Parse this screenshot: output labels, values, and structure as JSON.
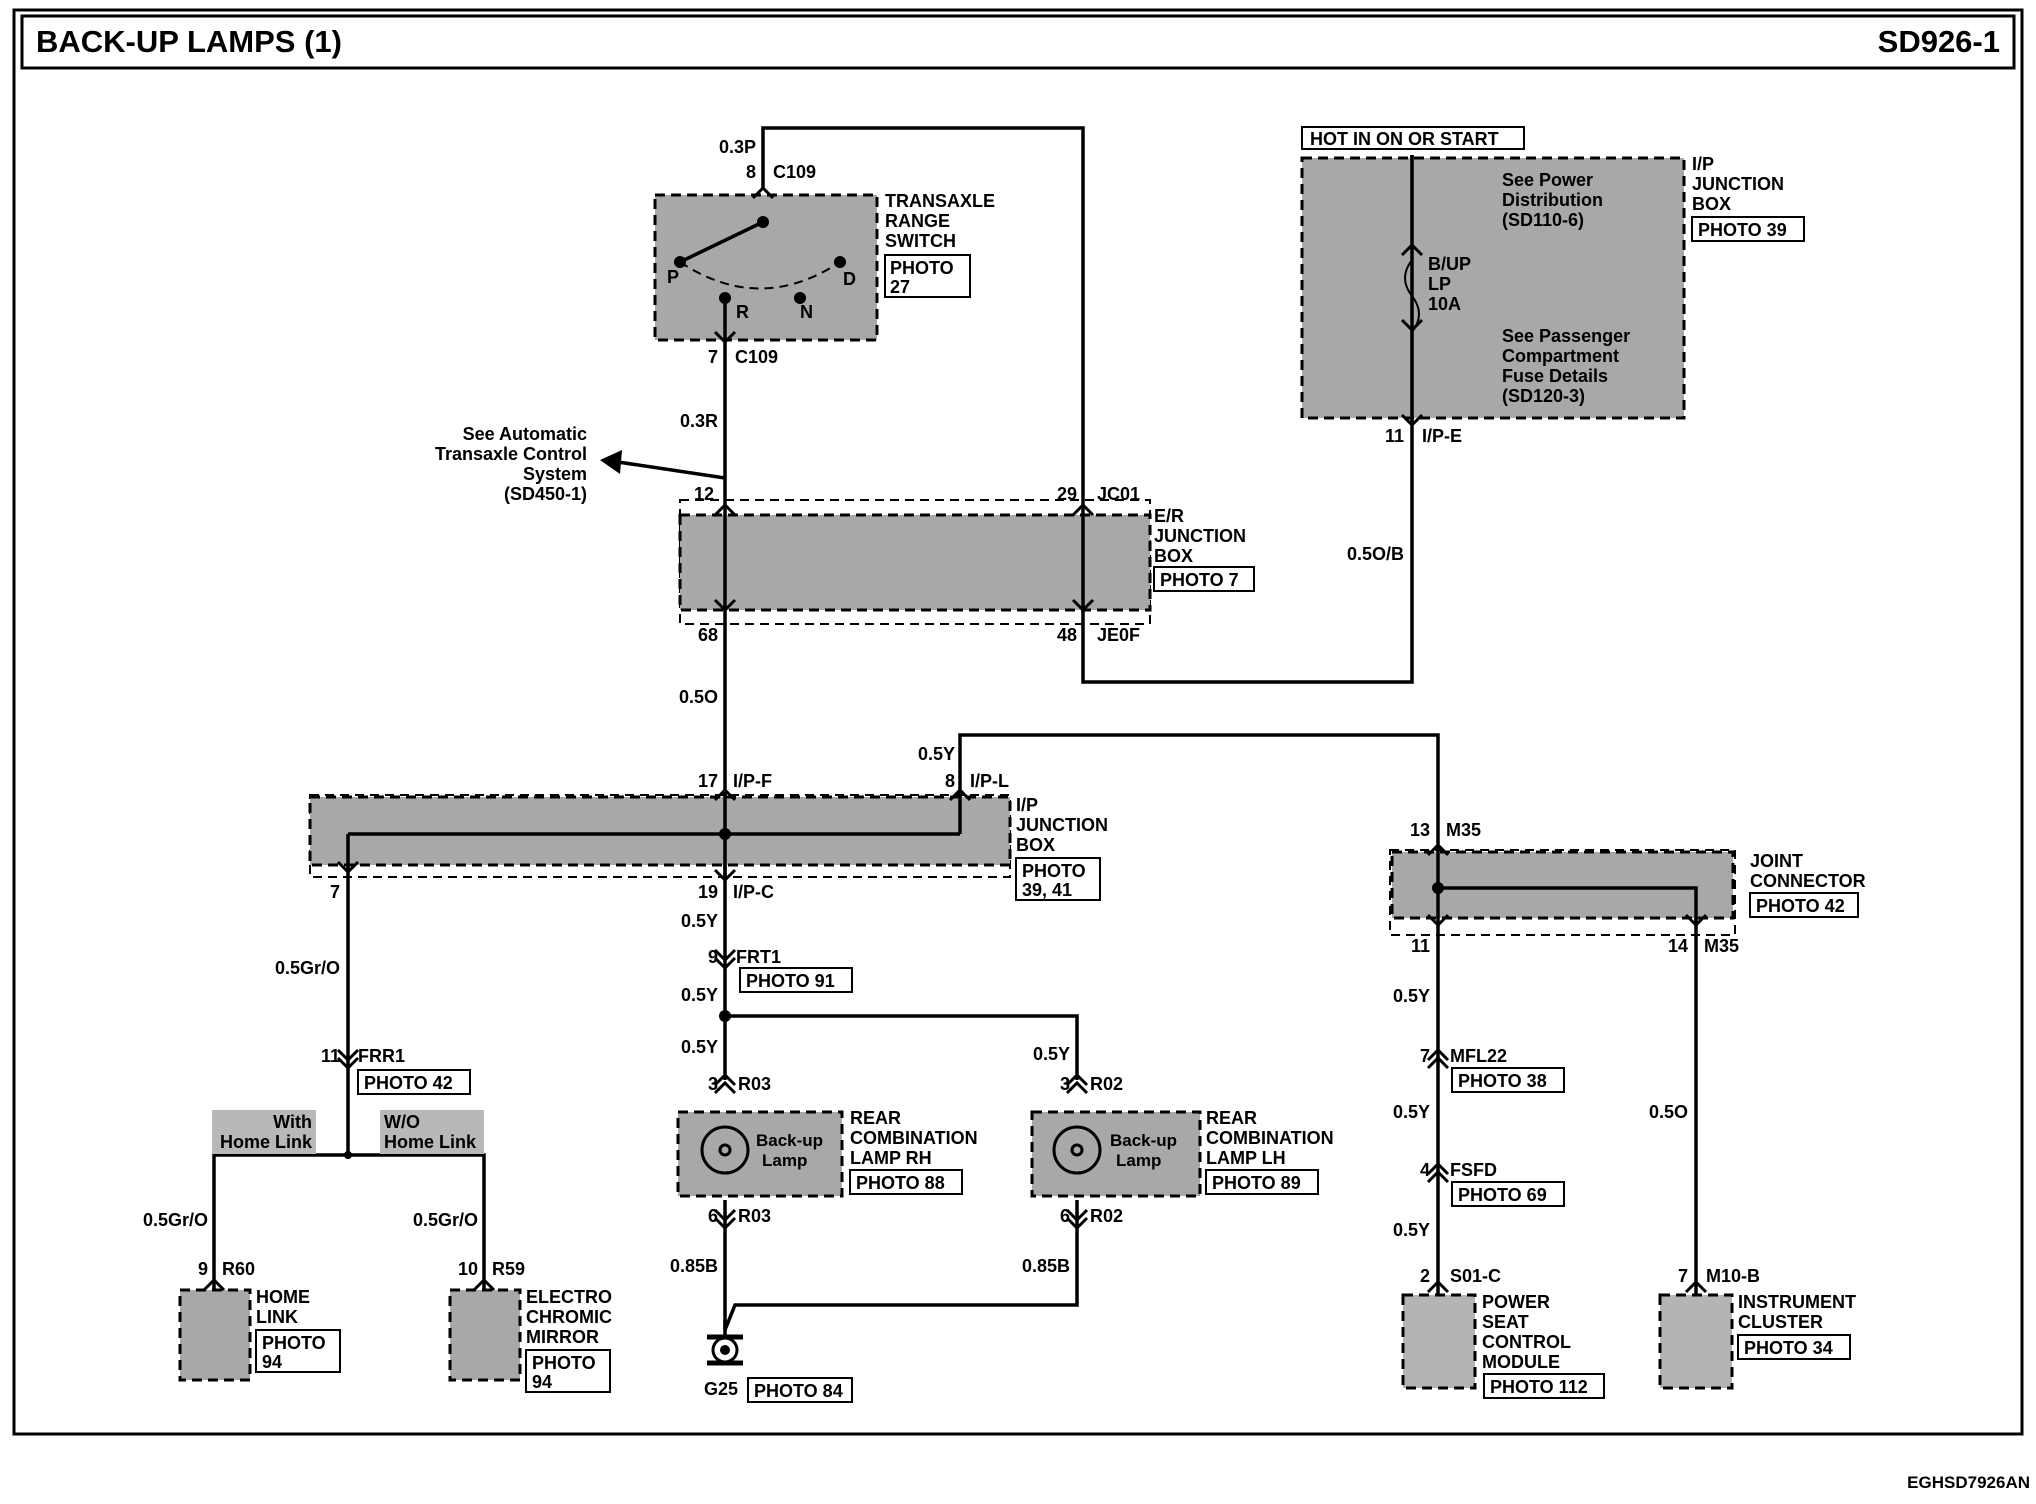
{
  "header": {
    "title": "BACK-UP LAMPS (1)",
    "code": "SD926-1"
  },
  "footer": {
    "id": "EGHSD7926AN"
  },
  "range_switch": {
    "name": [
      "TRANSAXLE",
      "RANGE",
      "SWITCH"
    ],
    "photo": [
      "PHOTO",
      "27"
    ],
    "pos_p": "P",
    "pos_r": "R",
    "pos_n": "N",
    "pos_d": "D",
    "wire_top": "0.3P",
    "pin_top": "8",
    "conn_top": "C109",
    "pin_bot": "7",
    "conn_bot": "C109",
    "wire_bot": "0.3R"
  },
  "see_atcs": [
    "See Automatic",
    "Transaxle Control",
    "System",
    "(SD450-1)"
  ],
  "er_box": {
    "name": [
      "E/R",
      "JUNCTION",
      "BOX"
    ],
    "photo": "PHOTO 7",
    "pin_12": "12",
    "pin_29": "29",
    "conn_top": "JC01",
    "pin_68": "68",
    "pin_48": "48",
    "conn_bot": "JE0F"
  },
  "ip_top": {
    "hot": "HOT IN ON OR START",
    "name": [
      "I/P",
      "JUNCTION",
      "BOX"
    ],
    "photo": "PHOTO 39",
    "see_power": [
      "See Power",
      "Distribution",
      "(SD110-6)"
    ],
    "fuse": [
      "B/UP",
      "LP",
      "10A"
    ],
    "see_pass": [
      "See Passenger",
      "Compartment",
      "Fuse Details",
      "(SD120-3)"
    ],
    "pin": "11",
    "conn": "I/P-E",
    "wire": "0.5O/B"
  },
  "wire_05O_a": "0.5O",
  "ip_mid": {
    "name": [
      "I/P",
      "JUNCTION",
      "BOX"
    ],
    "photo": [
      "PHOTO",
      "39, 41"
    ],
    "pin_17": "17",
    "conn_f": "I/P-F",
    "pin_8": "8",
    "conn_l": "I/P-L",
    "wire_l": "0.5Y",
    "pin_7": "7",
    "pin_19": "19",
    "conn_c": "I/P-C"
  },
  "joint": {
    "name": [
      "JOINT",
      "CONNECTOR"
    ],
    "photo": "PHOTO 42",
    "pin_13": "13",
    "conn_top": "M35",
    "pin_11": "11",
    "pin_14": "14",
    "conn_bot": "M35"
  },
  "left_branch": {
    "wire": "0.5Gr/O",
    "pin": "11",
    "conn": "FRR1",
    "photo": "PHOTO 42",
    "with": [
      "With",
      "Home Link"
    ],
    "wo": [
      "W/O",
      "Home Link"
    ]
  },
  "home_link": {
    "wire": "0.5Gr/O",
    "pin": "9",
    "conn": "R60",
    "name": [
      "HOME",
      "LINK"
    ],
    "photo": [
      "PHOTO",
      "94"
    ]
  },
  "mirror": {
    "wire": "0.5Gr/O",
    "pin": "10",
    "conn": "R59",
    "name": [
      "ELECTRO",
      "CHROMIC",
      "MIRROR"
    ],
    "photo": [
      "PHOTO",
      "94"
    ]
  },
  "center": {
    "wire1": "0.5Y",
    "pin_9": "9",
    "conn_frt": "FRT1",
    "photo_frt": "PHOTO 91",
    "wire2": "0.5Y"
  },
  "lamp_rh": {
    "wire": "0.5Y",
    "pin_top": "3",
    "conn_top": "R03",
    "lamp": [
      "Back-up",
      "Lamp"
    ],
    "name": [
      "REAR",
      "COMBINATION",
      "LAMP RH"
    ],
    "photo": "PHOTO 88",
    "pin_bot": "6",
    "conn_bot": "R03",
    "wire_bot": "0.85B"
  },
  "lamp_lh": {
    "wire": "0.5Y",
    "pin_top": "3",
    "conn_top": "R02",
    "lamp": [
      "Back-up",
      "Lamp"
    ],
    "name": [
      "REAR",
      "COMBINATION",
      "LAMP LH"
    ],
    "photo": "PHOTO 89",
    "pin_bot": "6",
    "conn_bot": "R02",
    "wire_bot": "0.85B"
  },
  "ground": {
    "id": "G25",
    "photo": "PHOTO 84"
  },
  "right_col": {
    "wire1": "0.5Y",
    "pin_7": "7",
    "conn_mfl": "MFL22",
    "photo_mfl": "PHOTO 38",
    "wire2": "0.5Y",
    "pin_4": "4",
    "conn_fsfd": "FSFD",
    "photo_fsfd": "PHOTO 69",
    "wire3": "0.5Y",
    "pin_2": "2",
    "conn_s01": "S01-C",
    "psm_name": [
      "POWER",
      "SEAT",
      "CONTROL",
      "MODULE"
    ],
    "psm_photo": "PHOTO 112",
    "wire_o": "0.5O",
    "pin_m10": "7",
    "conn_m10": "M10-B",
    "ic_name": [
      "INSTRUMENT",
      "CLUSTER"
    ],
    "ic_photo": "PHOTO 34"
  }
}
